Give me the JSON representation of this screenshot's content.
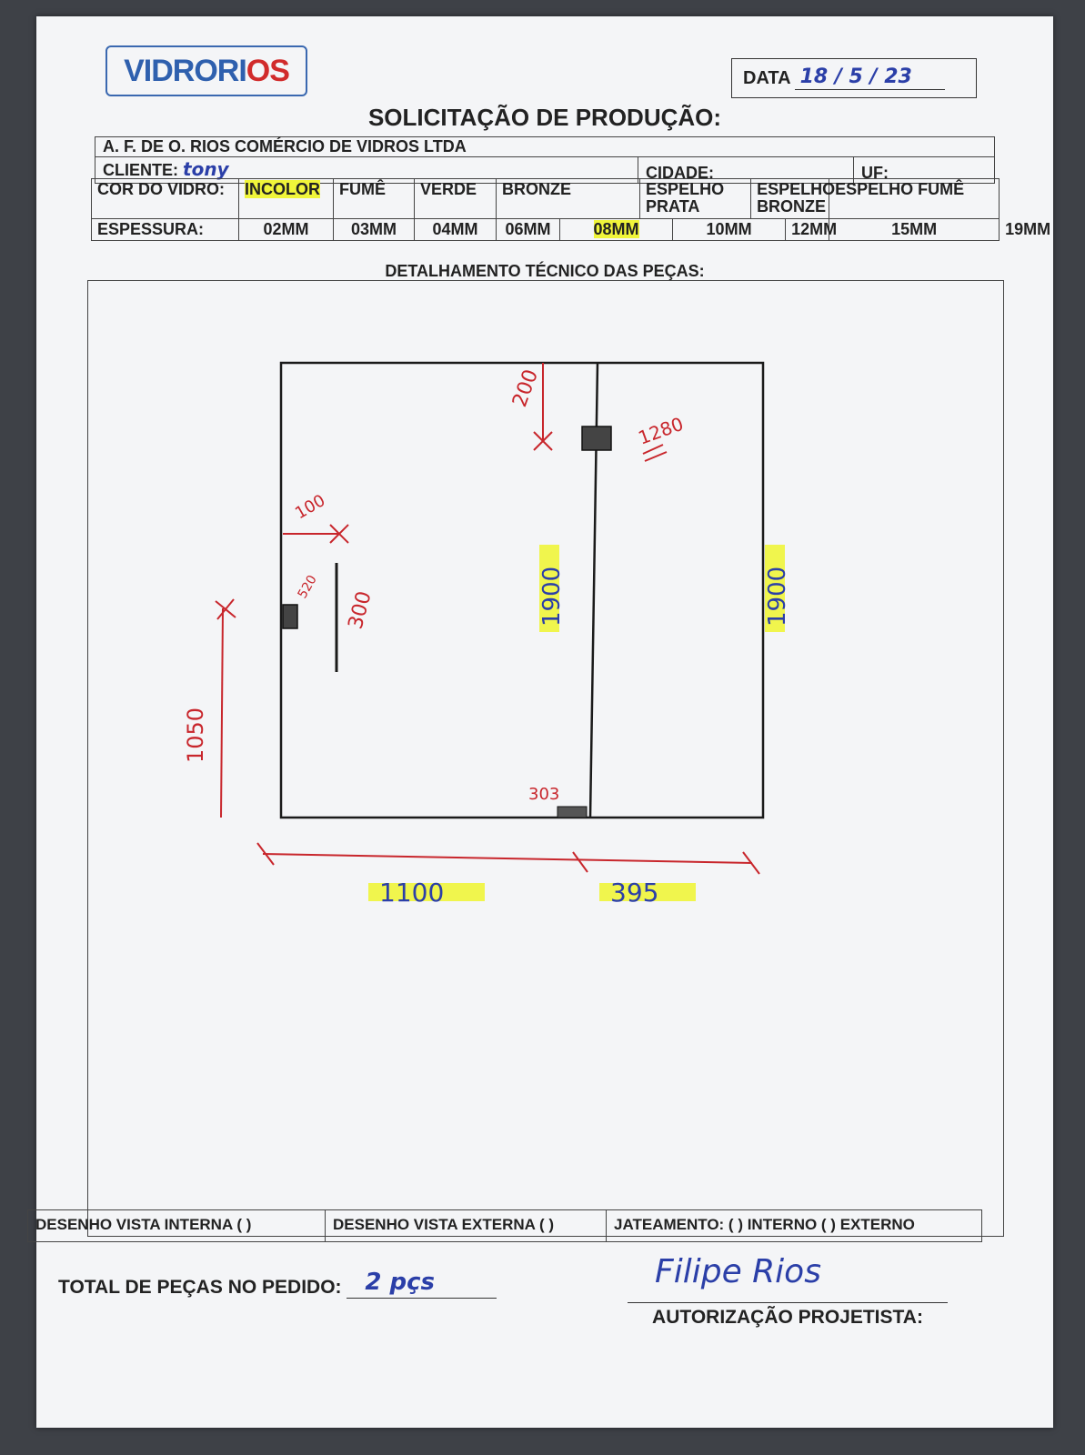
{
  "header": {
    "logo_text_a": "VIDRORI",
    "logo_text_b": "OS",
    "date_label": "DATA",
    "date_value": "18 / 5 / 23",
    "title": "SOLICITAÇÃO DE PRODUÇÃO:",
    "company": "A. F. DE O. RIOS COMÉRCIO DE VIDROS LTDA",
    "client_label": "CLIENTE:",
    "client_value": "tony",
    "city_label": "CIDADE:",
    "uf_label": "UF:"
  },
  "glass_color": {
    "label": "COR DO VIDRO:",
    "options": [
      "INCOLOR",
      "FUMÊ",
      "VERDE",
      "BRONZE",
      "ESPELHO PRATA",
      "ESPELHO BRONZE",
      "ESPELHO FUMÊ"
    ],
    "selected": "INCOLOR"
  },
  "thickness": {
    "label": "ESPESSURA:",
    "options": [
      "02MM",
      "03MM",
      "04MM",
      "06MM",
      "08MM",
      "10MM",
      "12MM",
      "15MM",
      "19MM"
    ],
    "selected": "08MM"
  },
  "technical_title": "DETALHAMENTO TÉCNICO DAS PEÇAS:",
  "drawing": {
    "dim_top_offset": "200",
    "dim_hinge_label": "1280",
    "dim_left_offset": "100",
    "dim_lock": "520",
    "dim_handle": "300",
    "dim_height_inner": "1900",
    "dim_height_outer": "1900",
    "dim_left_height": "1050",
    "dim_bottom_corner": "303",
    "dim_width_door": "1100",
    "dim_width_fixed": "395"
  },
  "footer": {
    "view_internal": "DESENHO VISTA INTERNA ( )",
    "view_external": "DESENHO VISTA EXTERNA ( )",
    "blasting": "JATEAMENTO: ( ) INTERNO ( ) EXTERNO",
    "total_label": "TOTAL DE PEÇAS NO PEDIDO:",
    "total_value": "2 pçs",
    "signature": "Filipe Rios",
    "authorization": "AUTORIZAÇÃO PROJETISTA:"
  },
  "colors": {
    "highlight": "#f0f53a",
    "pen_red": "#c8262c",
    "pen_blue": "#2b3fa8",
    "logo_blue": "#2f60ae"
  }
}
